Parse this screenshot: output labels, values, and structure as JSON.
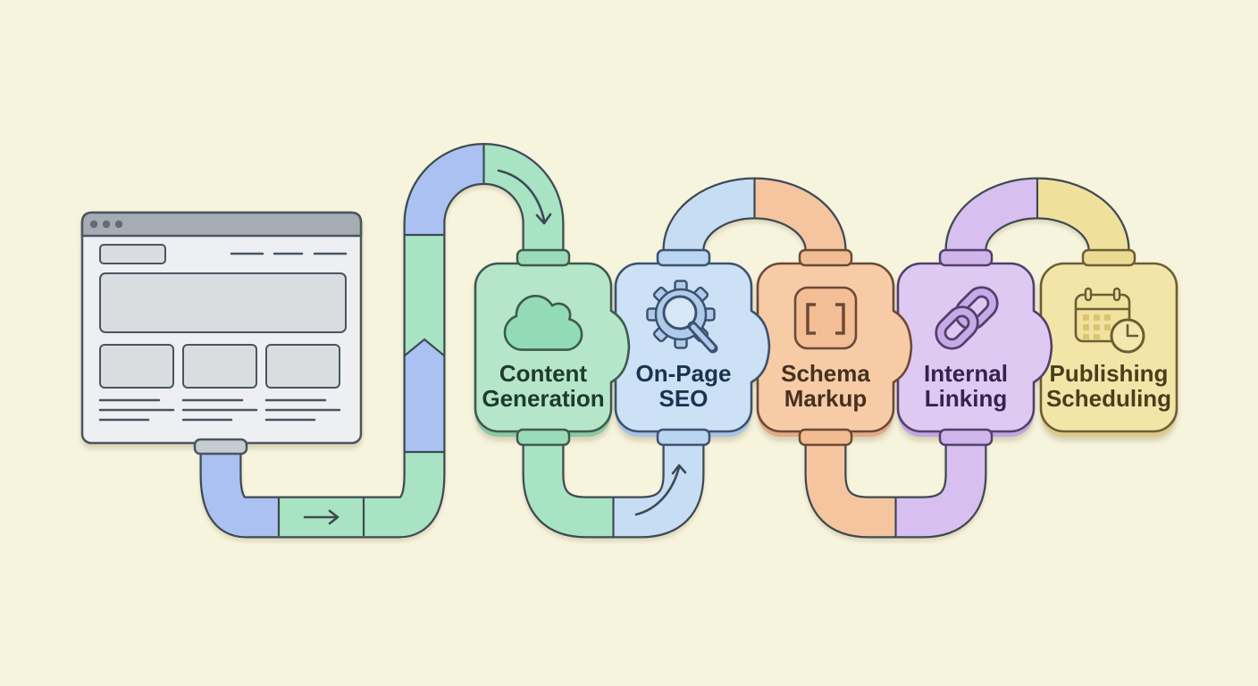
{
  "title": "SEO publishing pipeline diagram",
  "palette": {
    "background": "#F7F4DE",
    "pipe_outline": "#3E4A52",
    "pipe_periwinkle": "#ABC1F1",
    "pipe_green": "#A8E3C4",
    "pipe_blue": "#C6DDF4",
    "pipe_orange": "#F5C5A0",
    "pipe_purple": "#D7BFEF",
    "pipe_yellow": "#EFE09C",
    "arrow": "#3E4A52",
    "browser_frame": "#4A5560",
    "browser_body": "#EDEFF2",
    "browser_titlebar": "#A6ACB4",
    "browser_dot": "#646B74",
    "browser_block": "#D9DDE0",
    "browser_collar": "#C7CCD3"
  },
  "source": {
    "id": "website",
    "kind": "browser-window-wireframe"
  },
  "stages": [
    {
      "id": "content-generation",
      "label_line1": "Content",
      "label_line2": "Generation",
      "icon": "cloud-icon",
      "fill": "#B5E6C9",
      "stroke": "#3F5A4D",
      "shadow": "#8CC9A8",
      "collar": "#9ADCB9",
      "accent": "#93DBB6",
      "text_color": "#1F3A2E"
    },
    {
      "id": "on-page-seo",
      "label_line1": "On-Page",
      "label_line2": "SEO",
      "icon": "gear-magnifier-icon",
      "fill": "#CCE1F6",
      "stroke": "#3D5270",
      "shadow": "#A8C4E2",
      "collar": "#B9D5F1",
      "accent": "#AFCBEC",
      "text_color": "#1C3350"
    },
    {
      "id": "schema-markup",
      "label_line1": "Schema",
      "label_line2": "Markup",
      "icon": "code-brackets-icon",
      "fill": "#F7CBA6",
      "stroke": "#6B4A36",
      "shadow": "#E3AA85",
      "collar": "#F2BC93",
      "accent": "#F3BD95",
      "text_color": "#46301F"
    },
    {
      "id": "internal-linking",
      "label_line1": "Internal",
      "label_line2": "Linking",
      "icon": "chain-link-icon",
      "fill": "#DEC9F2",
      "stroke": "#533F6B",
      "shadow": "#C2A7DE",
      "collar": "#D0B5EB",
      "accent": "#C8A9E8",
      "text_color": "#35234F"
    },
    {
      "id": "publishing-scheduling",
      "label_line1": "Publishing",
      "label_line2": "Scheduling",
      "icon": "calendar-clock-icon",
      "fill": "#F3E5A8",
      "stroke": "#6B5E33",
      "shadow": "#DCC98B",
      "collar": "#EBDA92",
      "accent": "#F1E19F",
      "text_color": "#4A3E1C"
    }
  ],
  "connections": [
    {
      "from": "website",
      "to": "content-generation",
      "arrows": [
        "right",
        "down"
      ]
    },
    {
      "from": "content-generation",
      "to": "on-page-seo",
      "arrows": [
        "up"
      ]
    },
    {
      "from": "on-page-seo",
      "to": "schema-markup",
      "arrows": []
    },
    {
      "from": "schema-markup",
      "to": "internal-linking",
      "arrows": []
    },
    {
      "from": "internal-linking",
      "to": "publishing-scheduling",
      "arrows": []
    }
  ]
}
